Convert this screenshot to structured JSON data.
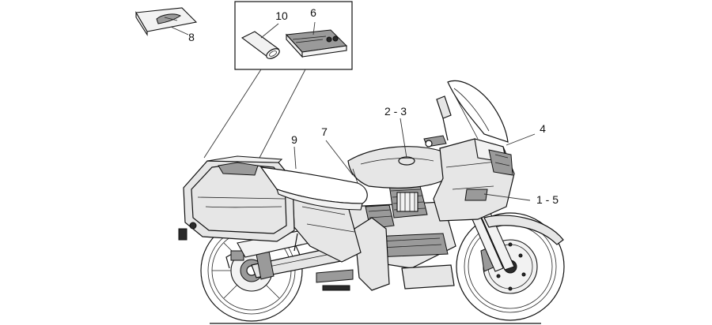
{
  "callouts": [
    {
      "id": "c8",
      "label": "8"
    },
    {
      "id": "c10",
      "label": "10"
    },
    {
      "id": "c6",
      "label": "6"
    },
    {
      "id": "c23",
      "label": "2 - 3"
    },
    {
      "id": "c7",
      "label": "7"
    },
    {
      "id": "c9",
      "label": "9"
    },
    {
      "id": "c4",
      "label": "4"
    },
    {
      "id": "c15",
      "label": "1 - 5"
    }
  ],
  "colors": {
    "line": "#111111",
    "panel": "#e6e6e6",
    "background": "#ffffff"
  }
}
